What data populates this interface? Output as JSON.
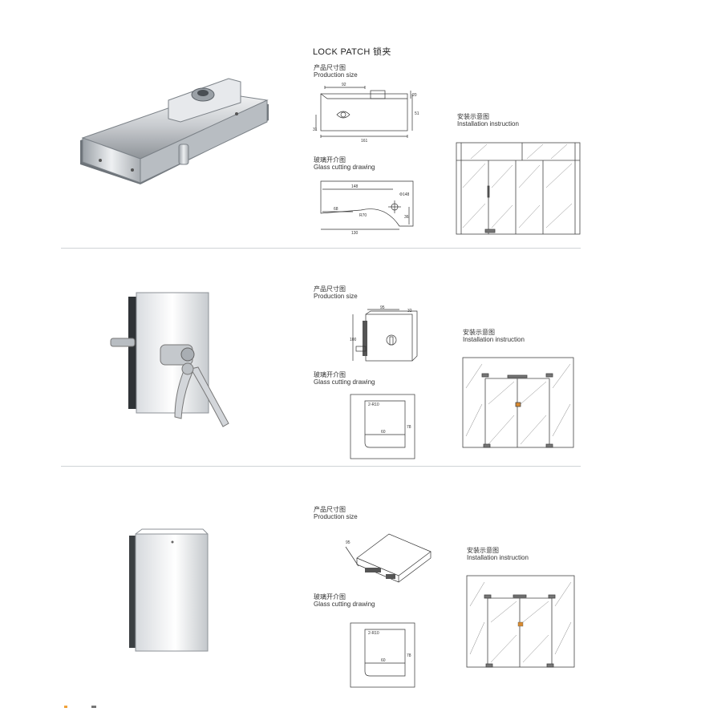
{
  "header": {
    "title": "LOCK PATCH  锁夹"
  },
  "labels": {
    "product_size_cn": "产品尺寸图",
    "product_size_en": "Production size",
    "glass_cutting_cn": "玻璃开介图",
    "glass_cutting_en": "Glass cutting drawing",
    "install_cn": "安装示意图",
    "install_en": "Installation instruction"
  },
  "section1": {
    "size_dims": {
      "top": "92",
      "right_top": "20",
      "right": "51",
      "left": "31",
      "bottom": "161"
    },
    "cut_dims": {
      "top": "148",
      "hole": "Φ148",
      "left_low": "68",
      "radius": "R70",
      "right": "36",
      "bottom": "130"
    }
  },
  "section2": {
    "size_dims": {
      "top": "95",
      "top_right": "32",
      "left": "100"
    },
    "cut_dims": {
      "radius": "2-R10",
      "width": "60",
      "height": "78"
    }
  },
  "section3": {
    "size_dims": {
      "side": "95"
    },
    "cut_dims": {
      "radius": "2-R10",
      "width": "60",
      "height": "78"
    }
  }
}
